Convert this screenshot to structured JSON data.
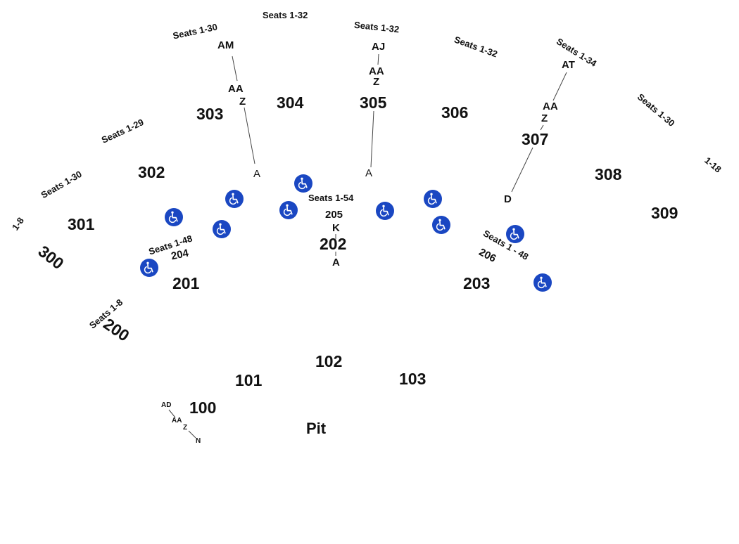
{
  "sections": {
    "s100": "100",
    "s101": "101",
    "s102": "102",
    "s103": "103",
    "s200": "200",
    "s201": "201",
    "s202": "202",
    "s203": "203",
    "s204": "204",
    "s205": "205",
    "s206": "206",
    "s300": "300",
    "s301": "301",
    "s302": "302",
    "s303": "303",
    "s304": "304",
    "s305": "305",
    "s306": "306",
    "s307": "307",
    "s308": "308",
    "s309": "309",
    "pit": "Pit"
  },
  "seats": {
    "s300": "1-8",
    "s301": "Seats 1-30",
    "s302": "Seats 1-29",
    "s303": "Seats 1-30",
    "s304": "Seats 1-32",
    "s305": "Seats 1-32",
    "s306": "Seats 1-32",
    "s307": "Seats 1-34",
    "s308": "Seats 1-30",
    "s309": "1-18",
    "s200": "Seats 1-8",
    "s204": "Seats 1-48",
    "s205": "Seats 1-54",
    "s206": "Seats 1 - 48"
  },
  "rows": {
    "r303_top": "AM",
    "r303_aa": "AA",
    "r303_z": "Z",
    "r303_a": "A",
    "r305_top": "AJ",
    "r305_aa": "AA",
    "r305_z": "Z",
    "r305_a": "A",
    "r307_top": "AT",
    "r307_aa": "AA",
    "r307_z": "Z",
    "r307_d": "D",
    "r202_k": "K",
    "r202_a": "A",
    "r100_ad": "AD",
    "r100_aa": "AA",
    "r100_z": "Z",
    "r100_n": "N"
  },
  "icons": {
    "accessible": "wheelchair-icon"
  },
  "colors": {
    "accessible": "#1a47c2",
    "text": "#111111",
    "background": "#ffffff"
  }
}
